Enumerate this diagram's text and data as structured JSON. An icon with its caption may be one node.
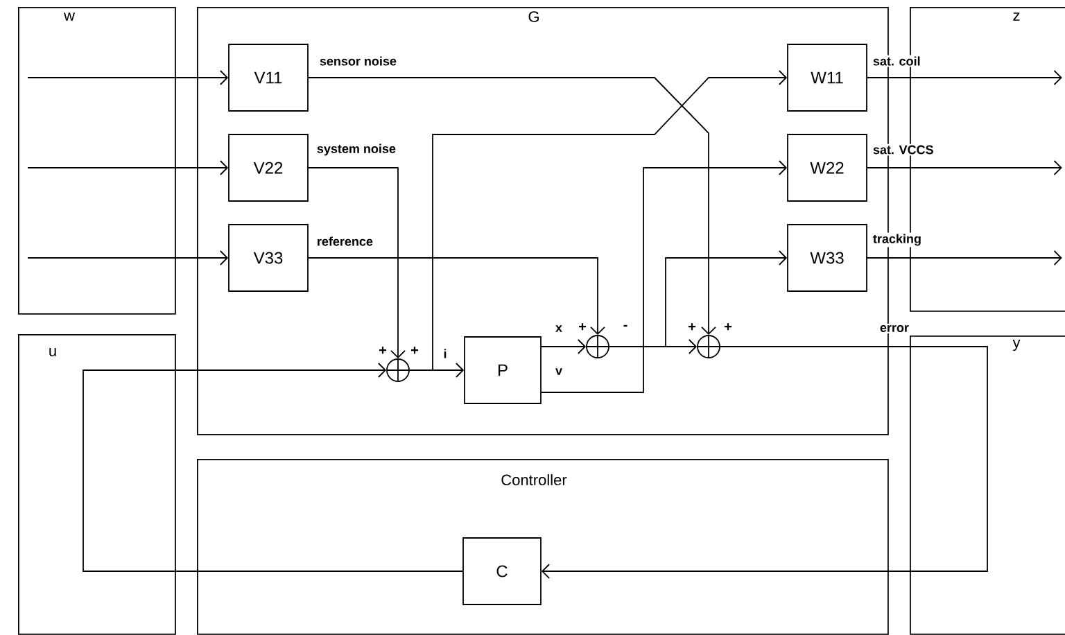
{
  "diagram": {
    "nodes": [
      {
        "text": [
          "w"
        ]
      },
      {
        "text": [
          "G"
        ]
      },
      {
        "text": [
          "z"
        ]
      },
      {
        "text": [
          "u"
        ]
      },
      {
        "text": [
          "Controller"
        ]
      },
      {
        "text": [
          "y"
        ]
      },
      {
        "text": [
          "V11"
        ],
        "in": 1
      },
      {
        "text": [
          "V22"
        ],
        "in": 1
      },
      {
        "text": [
          "V33"
        ],
        "in": 1
      },
      {
        "text": [
          "W11"
        ],
        "in": 1
      },
      {
        "text": [
          "W22"
        ],
        "in": 1
      },
      {
        "text": [
          "W33"
        ],
        "in": 1
      },
      {
        "text": [],
        "shape": "circle",
        "in": 1
      },
      {
        "text": [
          "P"
        ],
        "in": 1
      },
      {
        "text": [],
        "shape": "circle",
        "in": 1
      },
      {
        "text": [],
        "shape": "circle",
        "in": 1
      },
      {
        "text": [
          "C"
        ],
        "in": 4
      }
    ],
    "edges": [
      {
        "from": 0,
        "to": 6,
        "arrow": "to"
      },
      {
        "from": 0,
        "to": 7,
        "arrow": "to"
      },
      {
        "from": 0,
        "to": 8,
        "arrow": "to"
      },
      {
        "from": 6,
        "to": 15,
        "arrow": "to",
        "label": "sensor noise"
      },
      {
        "from": 7,
        "to": 12,
        "arrow": "to",
        "label": "system noise"
      },
      {
        "from": 8,
        "to": 14,
        "arrow": "to",
        "label": "reference"
      },
      {
        "from": 12,
        "to": 13,
        "arrow": "to",
        "label": "i"
      },
      {
        "from": 12,
        "to": 9,
        "arrow": "to"
      },
      {
        "from": 13,
        "to": 14,
        "arrow": "to",
        "label": "x"
      },
      {
        "from": 13,
        "to": 10,
        "arrow": "to",
        "label": "v"
      },
      {
        "from": 14,
        "to": 11,
        "arrow": "to"
      },
      {
        "from": 14,
        "to": 15,
        "arrow": "to"
      },
      {
        "from": 15,
        "to": 5,
        "arrow": "none",
        "label": "error"
      },
      {
        "from": 5,
        "to": 16,
        "arrow": "to"
      },
      {
        "from": 16,
        "to": 3,
        "arrow": "none"
      },
      {
        "from": 3,
        "to": 12,
        "arrow": "to"
      },
      {
        "from": 9,
        "to": 2,
        "arrow": "to",
        "label": "sat. coil"
      },
      {
        "from": 10,
        "to": 2,
        "arrow": "to",
        "label": "sat. VCCS"
      },
      {
        "from": 11,
        "to": 2,
        "arrow": "to",
        "label": "tracking"
      }
    ],
    "labels": [
      "+",
      "-",
      "+",
      "+",
      "+",
      "+"
    ]
  }
}
